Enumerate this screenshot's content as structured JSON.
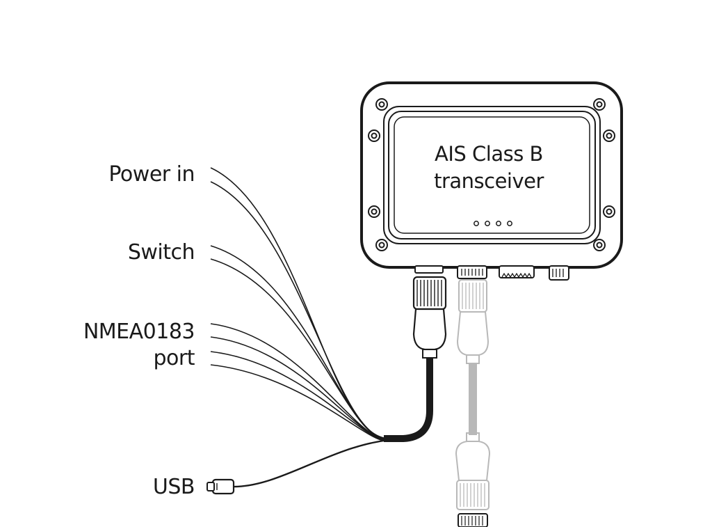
{
  "device": {
    "title_line1": "AIS Class B",
    "title_line2": "transceiver",
    "led_count": 4
  },
  "cable_labels": {
    "power_in": "Power in",
    "switch": "Switch",
    "nmea_line1": "NMEA0183",
    "nmea_line2": "port",
    "usb": "USB"
  },
  "colors": {
    "ink": "#1a1a1a",
    "ghost_cable": "#b8b8b8"
  }
}
